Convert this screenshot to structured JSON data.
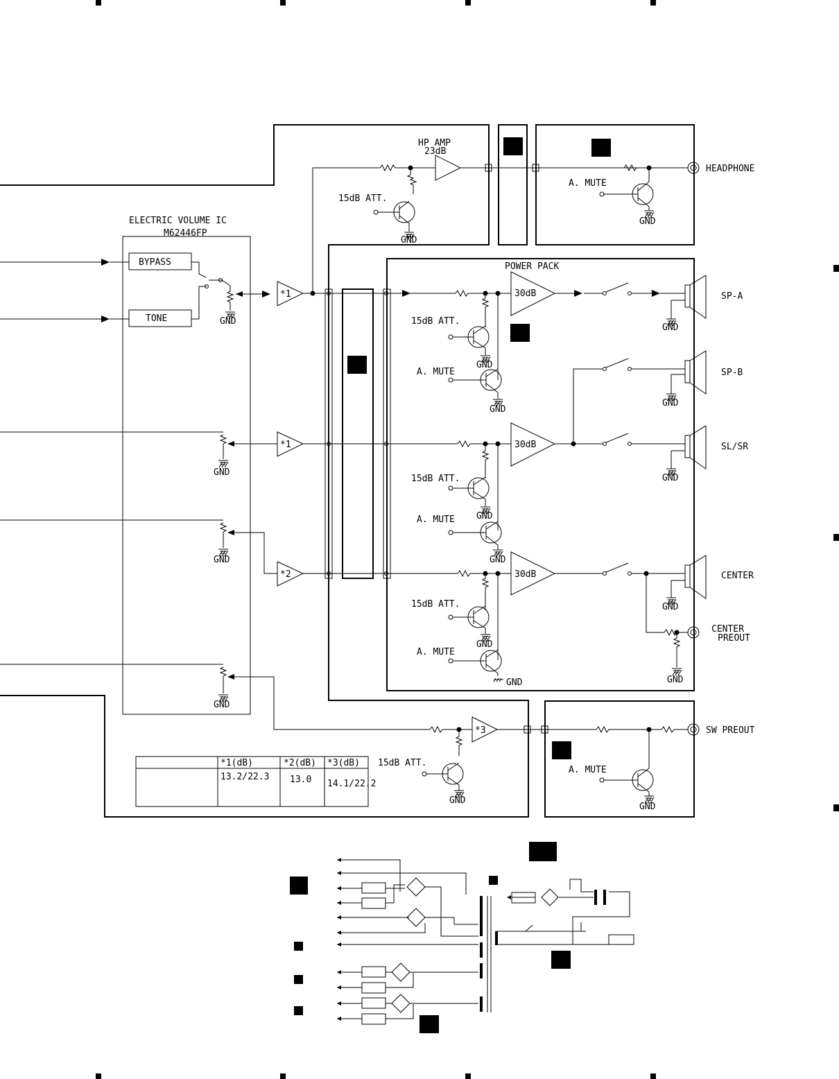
{
  "volume_ic": {
    "title": "ELECTRIC VOLUME IC",
    "part": "M62446FP",
    "bypass": "BYPASS",
    "tone": "TONE"
  },
  "hp": {
    "amp_label": "HP AMP",
    "amp_gain": "23dB",
    "att": "15dB ATT.",
    "mute": "A. MUTE",
    "output": "HEADPHONE"
  },
  "power_pack": {
    "title": "POWER PACK",
    "gain": "30dB",
    "att": "15dB ATT.",
    "mute": "A. MUTE"
  },
  "outputs": {
    "sp_a": "SP-A",
    "sp_b": "SP-B",
    "sl_sr": "SL/SR",
    "center": "CENTER",
    "center_preout_1": "CENTER",
    "center_preout_2": "PREOUT",
    "sw_preout": "SW PREOUT"
  },
  "sw": {
    "att": "15dB ATT.",
    "mute": "A. MUTE"
  },
  "buffers": {
    "b1": "*1",
    "b2": "*2",
    "b3": "*3"
  },
  "ground": "GND",
  "gain_table": {
    "headers": [
      "",
      "*1(dB)",
      "*2(dB)",
      "*3(dB)"
    ],
    "row": [
      "",
      "13.2/22.3",
      "13.0",
      "14.1/22.2"
    ]
  }
}
